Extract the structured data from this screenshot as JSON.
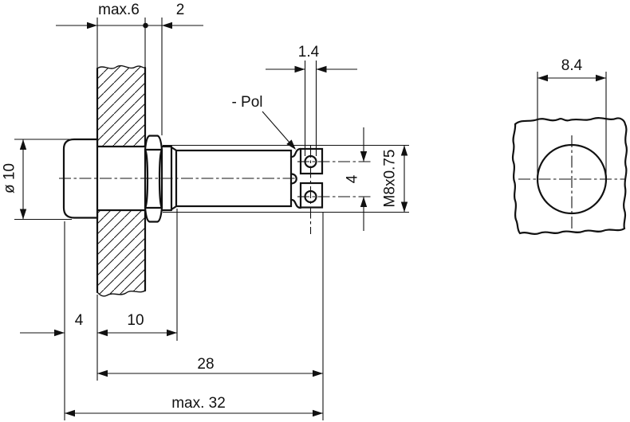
{
  "drawing": {
    "side_view": {
      "dims": {
        "panel_thickness": "max.6",
        "nut_protrusion": "2",
        "terminal_hole_diameter": "1.4",
        "lens_diameter": "ø 10",
        "terminal_spacing": "4",
        "thread": "M8x0.75",
        "bezel_protrusion": "4",
        "thread_length": "10",
        "length_behind_panel": "28",
        "overall_length": "max. 32"
      },
      "annotations": {
        "polarity": "- Pol"
      }
    },
    "panel_cutout_view": {
      "dims": {
        "hole_diameter": "8.4"
      }
    },
    "colors": {
      "ink": "#111111",
      "paper": "#ffffff"
    }
  }
}
